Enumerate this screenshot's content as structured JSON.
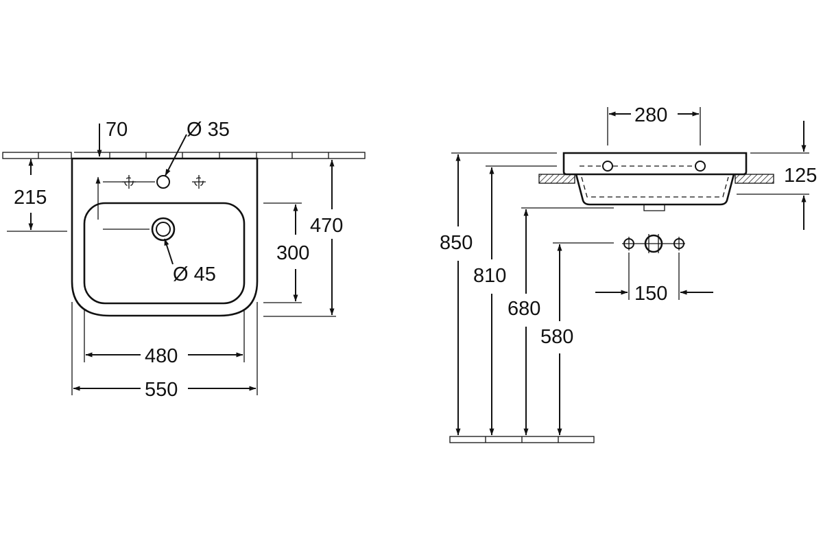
{
  "front_view": {
    "dimensions": {
      "tap_offset": "70",
      "tap_hole_diameter": "Ø 35",
      "wall_to_tap_height": "215",
      "bowl_depth": "300",
      "overall_depth": "470",
      "waste_diameter": "Ø 45",
      "bowl_width": "480",
      "overall_width": "550"
    }
  },
  "side_view": {
    "dimensions": {
      "tap_spacing": "280",
      "basin_height": "125",
      "rim_height": "850",
      "bottom_height": "810",
      "waste_outlet_height": "680",
      "supply_height": "580",
      "supply_spacing": "150"
    }
  }
}
